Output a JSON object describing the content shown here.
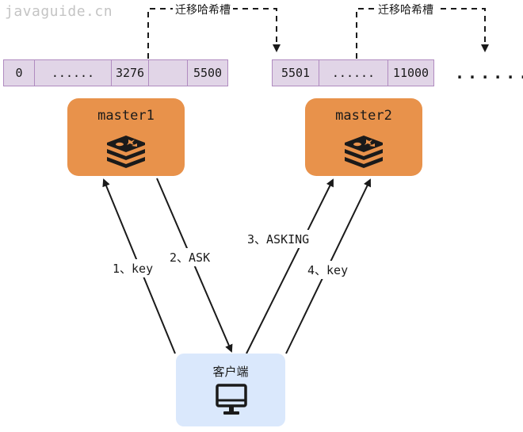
{
  "watermark": "javaguide.cn",
  "slots_left": [
    "0",
    "......",
    "3276",
    "",
    "5500"
  ],
  "slots_right": [
    "5501",
    "......",
    "11000"
  ],
  "more_slots": "......",
  "migrate_label": "迁移哈希槽",
  "nodes": {
    "master1": {
      "label": "master1",
      "color": "#e8924b"
    },
    "master2": {
      "label": "master2",
      "color": "#e8924b"
    }
  },
  "client": {
    "label": "客户端",
    "color": "#dae8fc"
  },
  "edges": {
    "e1": "1、key",
    "e2": "2、ASK",
    "e3": "3、ASKING",
    "e4": "4、key"
  },
  "icons": {
    "redis": "redis-icon",
    "monitor": "monitor-icon"
  }
}
